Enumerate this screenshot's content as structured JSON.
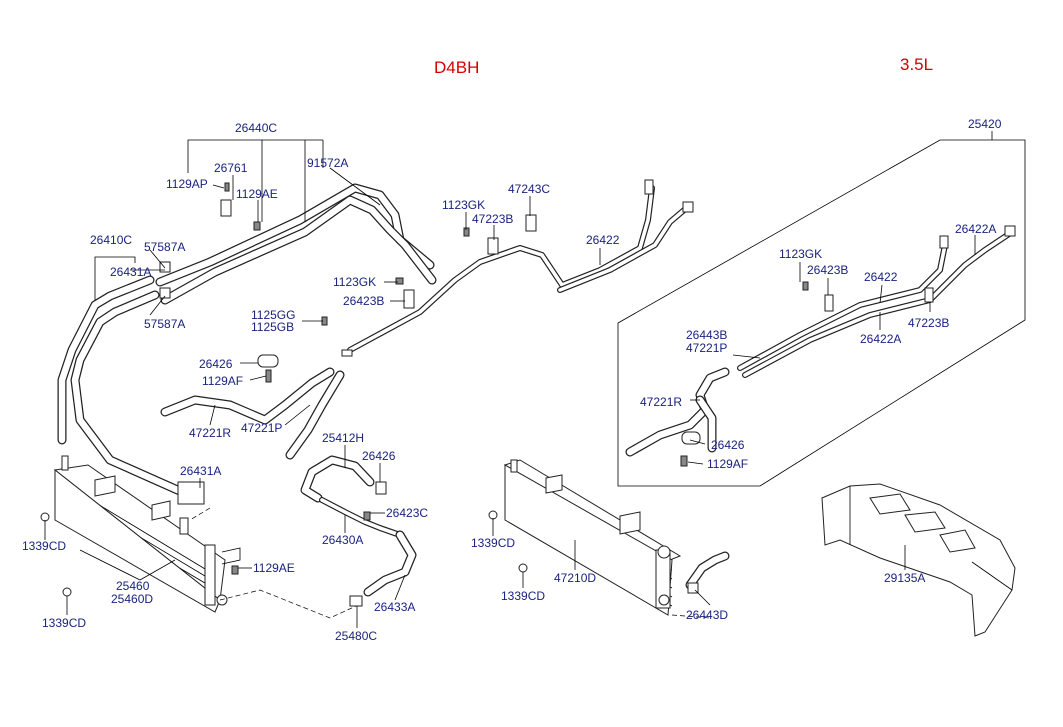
{
  "headers": {
    "engine_left": "D4BH",
    "engine_right": "3.5L"
  },
  "labels": {
    "p26440C": "26440C",
    "p26761": "26761",
    "p1129AP": "1129AP",
    "p1129AE_top": "1129AE",
    "p91572A": "91572A",
    "p26410C": "26410C",
    "p57587A_top": "57587A",
    "p26431A_top": "26431A",
    "p57587A_bot": "57587A",
    "p1123GK_mid": "1123GK",
    "p47223B_mid": "47223B",
    "p47243C": "47243C",
    "p26422_mid": "26422",
    "p1123GK_left": "1123GK",
    "p26423B_left": "26423B",
    "p1125GG": "1125GG",
    "p1125GB": "1125GB",
    "p26426_left": "26426",
    "p1129AF_left": "1129AF",
    "p47221R_left": "47221R",
    "p47221P_left": "47221P",
    "p25412H": "25412H",
    "p26426_mid": "26426",
    "p26431A_low": "26431A",
    "p26423C": "26423C",
    "p1339CD_a": "1339CD",
    "p26430A": "26430A",
    "p1129AE_low": "1129AE",
    "p25460": "25460",
    "p25460D": "25460D",
    "p1339CD_b": "1339CD",
    "p26433A": "26433A",
    "p25480C": "25480C",
    "p1339CD_c": "1339CD",
    "p47210D": "47210D",
    "p1339CD_d": "1339CD",
    "p26443D": "26443D",
    "p25420": "25420",
    "p26422A_top": "26422A",
    "p1123GK_right": "1123GK",
    "p26423B_right": "26423B",
    "p26422_right": "26422",
    "p47223B_right": "47223B",
    "p26422A_mid": "26422A",
    "p26443B": "26443B",
    "p47221P_right": "47221P",
    "p47221R_right": "47221R",
    "p26426_right": "26426",
    "p1129AF_right": "1129AF",
    "p29135A": "29135A"
  },
  "colors": {
    "header": "#d40000",
    "label": "#1a237e",
    "line": "#000000"
  }
}
